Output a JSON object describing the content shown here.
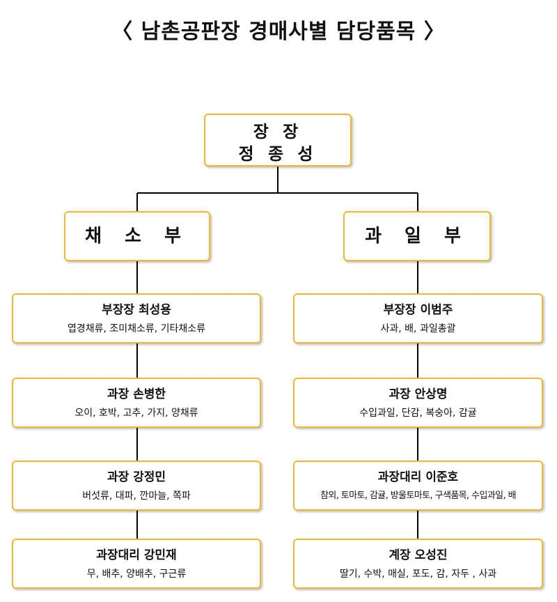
{
  "title": "〈 남촌공판장 경매사별 담당품목 〉",
  "head": {
    "position": "장 장",
    "name": "정 종 성"
  },
  "departments": {
    "left": "채 소 부",
    "right": "과 일 부"
  },
  "left_column": [
    {
      "title": "부장장  최성용",
      "items": "엽경채류, 조미채소류, 기타채소류"
    },
    {
      "title": "과장  손병한",
      "items": "오이, 호박, 고추, 가지, 양채류"
    },
    {
      "title": "과장  강정민",
      "items": "버섯류, 대파, 깐마늘, 쪽파"
    },
    {
      "title": "과장대리  강민재",
      "items": "무, 배추, 양배추, 구근류"
    }
  ],
  "right_column": [
    {
      "title": "부장장  이범주",
      "items": "사과, 배, 과일총괄"
    },
    {
      "title": "과장  안상명",
      "items": "수입과일, 단감, 복숭아, 감귤"
    },
    {
      "title": "과장대리  이준호",
      "items": "참외, 토마토, 감귤, 방울토마토, 구색품목, 수입과일, 배"
    },
    {
      "title": "계장  오성진",
      "items": "딸기, 수박, 매실, 포도, 감, 자두 , 사과"
    }
  ],
  "colors": {
    "box_border": "#f2b730",
    "line": "#000000"
  }
}
